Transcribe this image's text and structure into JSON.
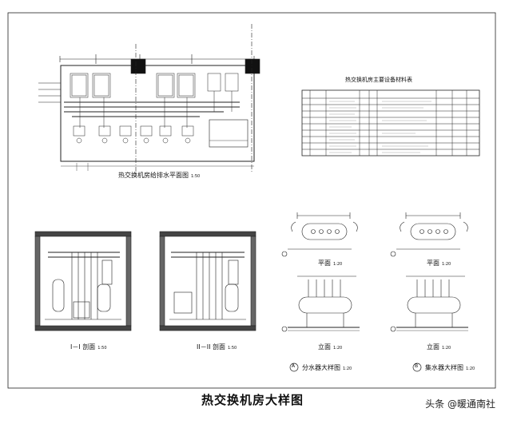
{
  "plan": {
    "title": "热交换机房给排水平面图",
    "scale": "1:50"
  },
  "sections": [
    {
      "title": "I－I 剖面",
      "scale": "1:50"
    },
    {
      "title": "II－II 剖面",
      "scale": "1:50"
    }
  ],
  "details": {
    "plan_a": {
      "title": "平面",
      "scale": "1:20"
    },
    "plan_b": {
      "title": "平面",
      "scale": "1:20"
    },
    "elev_a": {
      "title": "立面",
      "scale": "1:20"
    },
    "elev_b": {
      "title": "立面",
      "scale": "1:20"
    },
    "detail_a": {
      "mark": "A",
      "title": "分水器大样图",
      "scale": "1:20"
    },
    "detail_b": {
      "mark": "B",
      "title": "集水器大样图",
      "scale": "1:20"
    }
  },
  "equipment_table": {
    "title": "热交换机房主要设备材料表"
  },
  "caption": "热交换机房大样图",
  "watermark": "头条 @暖通南社"
}
